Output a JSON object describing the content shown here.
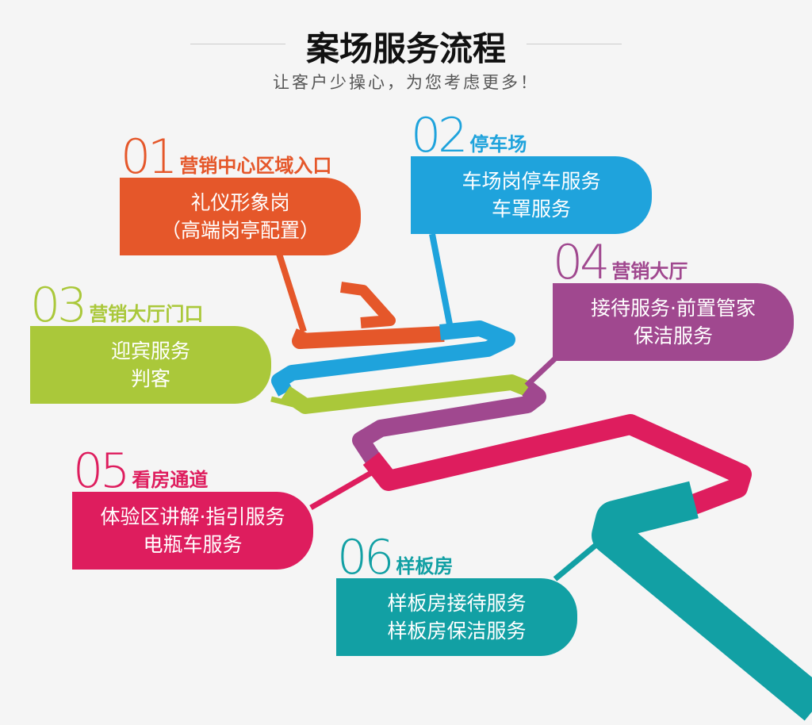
{
  "title": "案场服务流程",
  "subtitle": "让客户少操心，为您考虑更多！",
  "steps": [
    {
      "num": "01",
      "label": "营销中心区域入口",
      "lines": [
        "礼仪形象岗",
        "（高端岗亭配置）"
      ],
      "color": "#e5572a"
    },
    {
      "num": "02",
      "label": "停车场",
      "lines": [
        "车场岗停车服务",
        "车罩服务"
      ],
      "color": "#1fa3dc"
    },
    {
      "num": "03",
      "label": "营销大厅门口",
      "lines": [
        "迎宾服务",
        "判客"
      ],
      "color": "#aac83a"
    },
    {
      "num": "04",
      "label": "营销大厅",
      "lines": [
        "接待服务·前置管家",
        "保洁服务"
      ],
      "color": "#a0488f"
    },
    {
      "num": "05",
      "label": "看房通道",
      "lines": [
        "体验区讲解·指引服务",
        "电瓶车服务"
      ],
      "color": "#de1d5e"
    },
    {
      "num": "06",
      "label": "样板房",
      "lines": [
        "样板房接待服务",
        "样板房保洁服务"
      ],
      "color": "#12a0a4"
    }
  ]
}
